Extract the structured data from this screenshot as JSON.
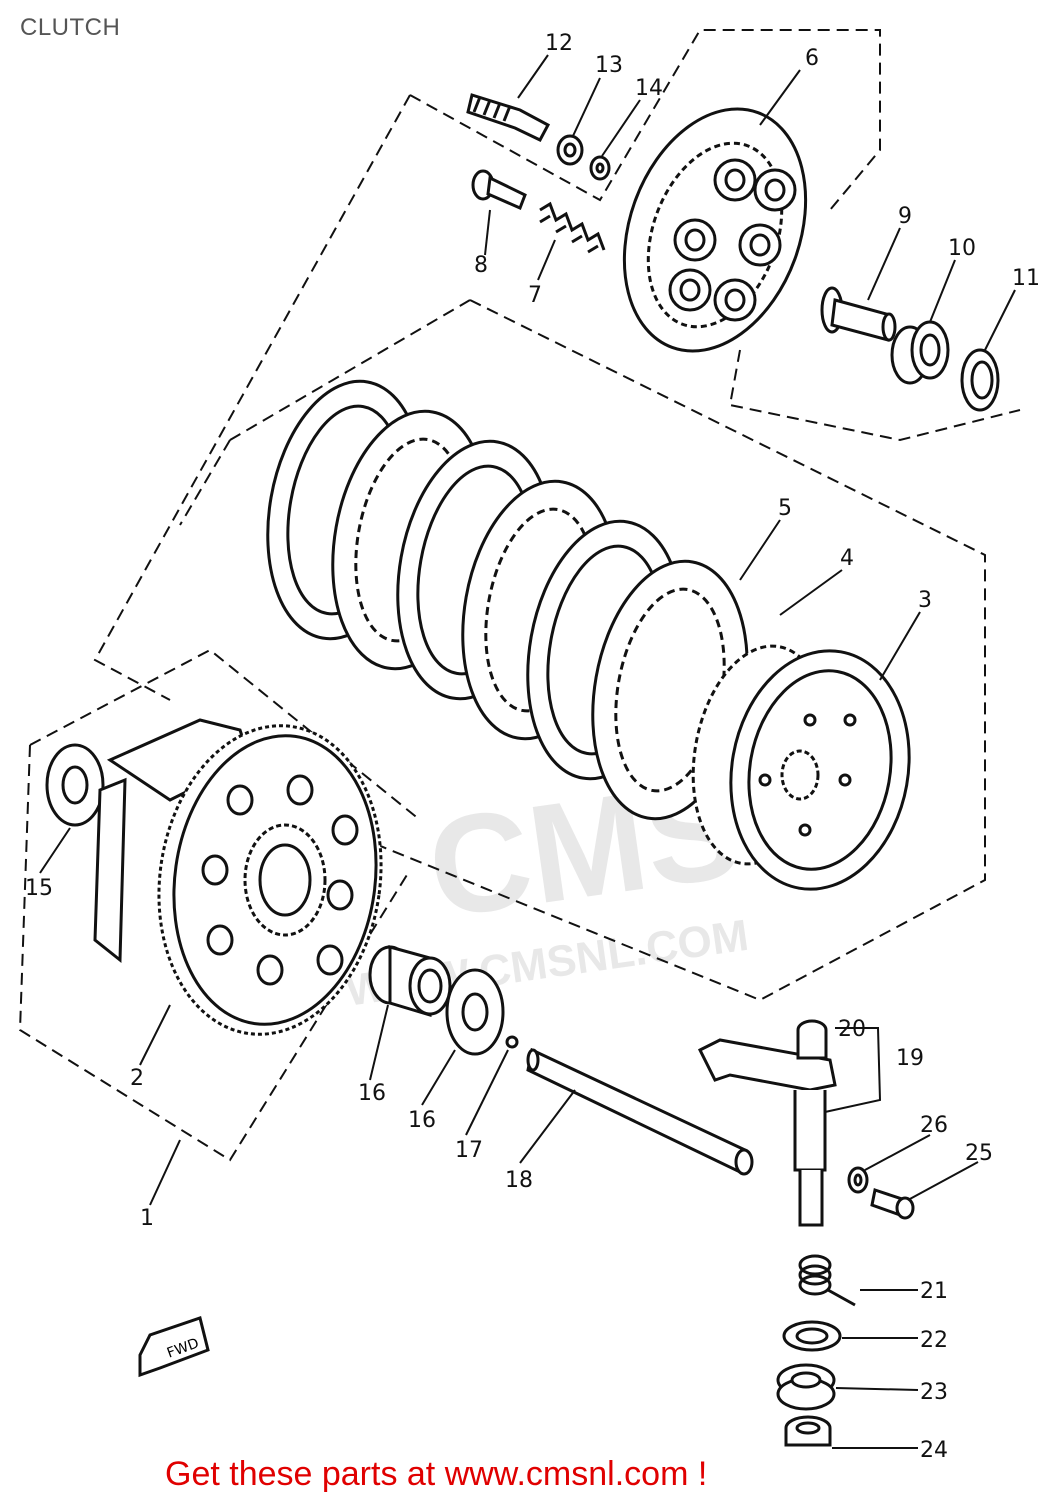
{
  "header": {
    "title": "CLUTCH"
  },
  "watermark": {
    "brand": "CMS",
    "url": "WWW.CMSNL.COM"
  },
  "fwd_label": "FWD",
  "footer": {
    "text": "Get these parts at www.cmsnl.com !"
  },
  "callouts": [
    {
      "label": "1",
      "name": "callout-1"
    },
    {
      "label": "2",
      "name": "callout-2"
    },
    {
      "label": "3",
      "name": "callout-3"
    },
    {
      "label": "4",
      "name": "callout-4"
    },
    {
      "label": "5",
      "name": "callout-5"
    },
    {
      "label": "6",
      "name": "callout-6"
    },
    {
      "label": "7",
      "name": "callout-7"
    },
    {
      "label": "8",
      "name": "callout-8"
    },
    {
      "label": "9",
      "name": "callout-9"
    },
    {
      "label": "10",
      "name": "callout-10"
    },
    {
      "label": "11",
      "name": "callout-11"
    },
    {
      "label": "12",
      "name": "callout-12"
    },
    {
      "label": "13",
      "name": "callout-13"
    },
    {
      "label": "14",
      "name": "callout-14"
    },
    {
      "label": "15",
      "name": "callout-15"
    },
    {
      "label": "16",
      "name": "callout-16a"
    },
    {
      "label": "16",
      "name": "callout-16b"
    },
    {
      "label": "17",
      "name": "callout-17"
    },
    {
      "label": "18",
      "name": "callout-18"
    },
    {
      "label": "19",
      "name": "callout-19"
    },
    {
      "label": "20",
      "name": "callout-20"
    },
    {
      "label": "21",
      "name": "callout-21"
    },
    {
      "label": "22",
      "name": "callout-22"
    },
    {
      "label": "23",
      "name": "callout-23"
    },
    {
      "label": "24",
      "name": "callout-24"
    },
    {
      "label": "25",
      "name": "callout-25"
    },
    {
      "label": "26",
      "name": "callout-26"
    }
  ]
}
